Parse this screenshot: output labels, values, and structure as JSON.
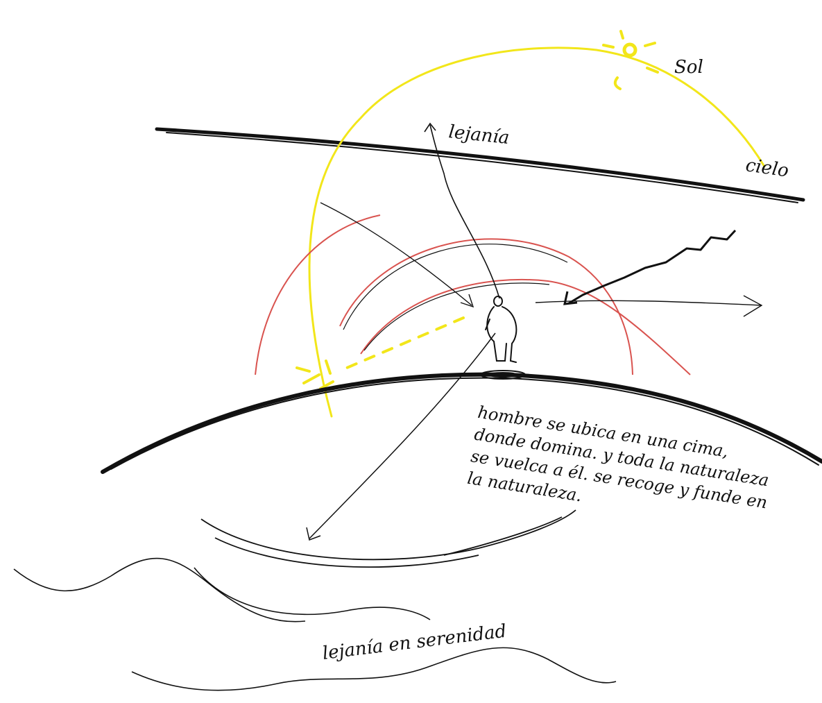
{
  "colors": {
    "ink": "#111111",
    "sun": "#f2e61a",
    "red": "#d9534f",
    "paper": "#ffffff"
  },
  "labels": {
    "sun": "Sol",
    "sky": "cielo",
    "distance": "lejanía",
    "serenity": "lejanía en serenidad",
    "note_lines": [
      "hombre se ubica en una cima,",
      "donde domina. y toda la naturaleza",
      "se vuelca a él. se recoge y funde en",
      "la naturaleza."
    ]
  },
  "icons": {
    "sun": "sun-icon",
    "person": "person-figure-icon",
    "small_sun": "small-sun-icon"
  }
}
